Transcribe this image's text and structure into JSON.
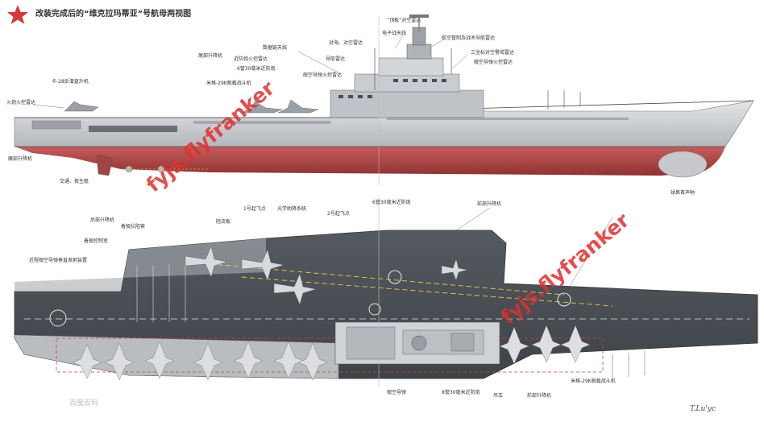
{
  "title": "改装完成后的“维克拉玛蒂亚”号航母两视图",
  "watermark_text": "fyjs.flyfranker",
  "artist_credit": "T.Lu'yc",
  "baidu_watermark": "百度百科",
  "colors": {
    "hull_red": "#b84a4a",
    "hull_grey": "#cfd1d4",
    "deck": "#4b4f55",
    "island": "#b9bcc0",
    "watermark": "#e03030",
    "star": "#d23a3a"
  },
  "side_view_labels": [
    "“顶板”对空雷达",
    "电子战天线",
    "航空管制及战术导航雷达",
    "数据链天线",
    "对海、对空雷达",
    "近防炮火控雷达",
    "三坐标对空警戒雷达",
    "导航雷达",
    "舰空导弹火控雷达",
    "舰空导弹火控雷达",
    "卡-28反潜直升机",
    "米格-29K舰载战斗机",
    "火炮火控雷达",
    "6管30毫米近防炮",
    "球鼻首声呐",
    "尾部升降机",
    "艉部升降机",
    "交通、救生艇"
  ],
  "top_view_labels": [
    "后部升降机",
    "着舰拦阻索",
    "着舰控制室",
    "近程舰空导弹垂直发射装置",
    "1号起飞点",
    "阻流板",
    "光学助降系统",
    "2号起飞点",
    "6管30毫米近防炮",
    "前部升降机",
    "舰空导弹",
    "8管30毫米近防炮",
    "吊车",
    "前部升降机",
    "米格-29K舰载战斗机"
  ]
}
